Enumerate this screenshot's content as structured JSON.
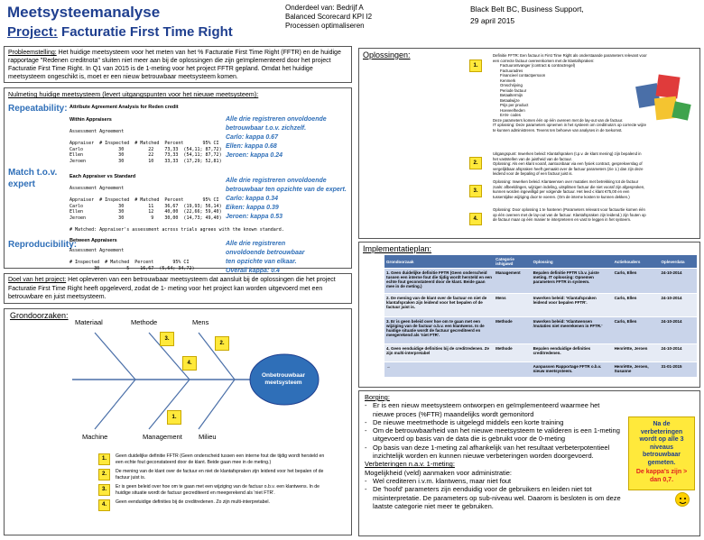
{
  "header": {
    "title": "Meetsysteemanalyse",
    "project_label": "Project:",
    "project_name": "Facturatie First Time Right",
    "meta_left": [
      "Onderdeel van: Bedrijf A",
      "Balanced Scorecard  KPI I2",
      "Processen optimaliseren"
    ],
    "meta_right": [
      "Black Belt BC, Business Support,",
      "29 april 2015"
    ]
  },
  "probleem": {
    "label": "Probleemstelling:",
    "text": " Het huidige meetsysteem voor het meten van het % Facturatie First Time Right (FFTR) en de huidige rapportage \"Redenen creditnota\" sluiten niet meer aan bij de oplossingen die zijn geïmplementeerd door het project Facturatie First Time Right. In Q1 van 2015 is de 1-meting voor het project FFTR gepland. Omdat het huidige meetsysteem ongeschikt is, moet er een nieuw betrouwbaar meetsysteem komen."
  },
  "nulmeting": {
    "label": "Nulmeting huidige meetsysteem (levert uitgangspunten voor het nieuwe meetsysteem):",
    "repeatability": "Repeatability:",
    "match": "Match t.o.v. expert",
    "reproducibility": "Reproducibility:",
    "analysis_title": "Attribute Agreement Analysis for Reden credit",
    "within": "Within Appraisers",
    "each_vs_std": "Each Appraiser vs Standard",
    "between": "Between Appraisers",
    "mono1": "Assessment Agreement\n\nAppraiser  # Inspected  # Matched  Percent       95% CI\nCarlo             30         22    73,33  (54,11; 87,72)\nEllen             30         22    73,33  (54,11; 87,72)\nJeroen            30         10    33,33  (17,29; 52,81)",
    "mono2": "Assessment Agreement\n\nAppraiser  # Inspected  # Matched  Percent       95% CI\nCarlo             30         11    36,67  (19,93; 56,14)\nEllen             30         12    40,00  (22,66; 59,40)\nJeroen            30          9    30,00  (14,73; 49,40)\n\n# Matched: Appraiser's assessment across trials agrees with the known standard.",
    "mono3": "Assessment Agreement\n\n# Inspected  # Matched  Percent       95% CI\n         30          5    16,67  (5,64; 34,72)",
    "rep_blue": [
      "Alle drie registreren  onvoldoende",
      "betrouwbaar t.o.v. zichzelf."
    ],
    "rep_vals": [
      "Carlo: kappa 0.67",
      "Ellen: kappa 0.68",
      "Jeroen: kappa 0.24"
    ],
    "match_blue": [
      "Alle drie registreren  onvoldoende",
      "betrouwbaar ten opzichte van de expert."
    ],
    "match_vals": [
      "Carlo: kappa 0.34",
      "Eiken: kappa 0.39",
      "Jeroen: kappa 0.53"
    ],
    "repro_blue": [
      "Alle drie registreren",
      "onvoldoende betrouwbaar",
      "ten opzichte van elkaar.",
      "Overall kappa: 0.4"
    ]
  },
  "doel": {
    "label": "Doel van het project:",
    "text": " Het opleveren van een betrouwbaar meetsysteem dat aansluit bij de oplossingen die het project Facturatie First Time Right heeft opgeleverd, zodat de 1- meting voor het project kan worden uitgevoerd met een betrouwbare en juist meetsysteem."
  },
  "grondoorzaken": {
    "label": "Grondoorzaken:",
    "bones": [
      "Materiaal",
      "Methode",
      "Mens",
      "Machine",
      "Management",
      "Milieu"
    ],
    "head": "Onbetrouwbaar meetsysteem",
    "stickies": [
      "3.",
      "2.",
      "4.",
      "1."
    ],
    "list": [
      {
        "n": "1.",
        "t": "Geen duidelijke definitie FFTR (Geen onderscheid tussen een interne fout die tijdig wordt hersteld en een echte fout geconstateerd door de klant. Beide gaan mee in de meting.)"
      },
      {
        "n": "2.",
        "t": "De mening van de klant over de factuur en niet de klantafspraken zijn leidend voor het bepalen of de factuur juist is."
      },
      {
        "n": "3.",
        "t": "Er is geen beleid over hoe om te gaan met een wijziging van de factuur o.b.v. een klantwens. In de huidige situatie wordt de factuur gecrediteerd en meegerekend als 'niet FTR'."
      },
      {
        "n": "4.",
        "t": "Geen eenduidige definities bij de creditredenen.  Zo zijn multi-interpretabel."
      }
    ]
  },
  "oplossingen": {
    "label": "Oplossingen:",
    "blocks": [
      {
        "n": "1.",
        "lines": [
          "Definitie FFTR: Een factuur is First Time Right als onderstaande parameters relevant voor",
          "een correcte factuur overeenkomen met de klantafspraken:"
        ],
        "bullets": [
          "Factuurontvanger (contract & contractregel)",
          "Factuuradres",
          "Financieel contactpersoon",
          "Kenmerk",
          "Omschrijving",
          "Periode factuur",
          "Betaaltermijn",
          "Betaalwijze",
          "Prijs per product",
          "Hoeveelheden",
          "EAN- codes"
        ],
        "after": [
          "Deze parameters komen één op één overeen met de lay-out van de factuur.",
          "IT oplossing: Deze parameters opnemen in het systeem om creditnota's op correcte wijze",
          "te kunnen administreren. Tevens ten behoeve van analyses in de toekomst."
        ]
      },
      {
        "n": "2.",
        "lines": [
          "Uitgangspunt: Inwerken beleid: Klantafspraken (t.p.v. de klant mening) zijn bepalend in",
          "het vaststellen van de juistheid van de factuur.",
          "Oplossing: Als een klant vooraf, aantoonbaar via een fysiek contract, gesprekverslag of",
          "vergelijkbaar afspraken heeft gemaakt over de factuur parameters (zie 1.) dan zijn deze",
          "leidend voor de bepaling of een factuur juist is."
        ]
      },
      {
        "n": "3.",
        "lines": [
          "Oplossing: Inwerken beleid. Klantwensen over mutaties met betrekking tot de factuur",
          "zoals: afbeeldingen, wijzigen indeling, uitsplitsen factuur die niet vooraf zijn afgesproken,",
          "kunnen worden ingewilligd per volgende factuur. Het leed ≤ klant €75,00 en een",
          "tussentijdse wijziging door te voeren. (Om de interne kosten te kunnen dekken.)"
        ]
      },
      {
        "n": "4.",
        "lines": [
          "Oplossing: Door oplossing 1 te hanteren (Parameters relevant voor factuurtie komen één",
          "op één overeen met de lay-out van de factuur. Klantafspraken zijn leidend.) zijn fouten op",
          "de factuur maar op één manier te interpreteren en vast te leggen in het systeem."
        ]
      }
    ]
  },
  "implementatie": {
    "label": "Implementatieplan:",
    "columns": [
      "Grondoorzaak",
      "Categorie ishigawd",
      "Oplossing",
      "Actiehouders",
      "Opleverdata"
    ],
    "rows": [
      [
        "1. Geen duidelijke definitie FFTR (Geen onderscheid tussen een interne fout die tijdig wordt hersteld en een echte fout geconstateerd door de klant. Beide gaan mee in de meting.)",
        "Management",
        "Bepalen definitie FFTR t.b.v. juiste meting. IT oplossing: Opnemen parameters FFTR in systeem.",
        "Carlo, Ellen",
        "24-10-2014"
      ],
      [
        "2. De mening van de klant over de factuur en niet de klantafspraken zijn leidend voor het bepalen of de factuur juist is.",
        "Mens",
        "Inwerken beleid: 'Klantafspraken leidend voor bepalen FFTR'.",
        "Carlo, Ellen",
        "24-10-2014"
      ],
      [
        "3. Er is geen beleid over hoe om te gaan met een wijziging van de factuur o.b.v. een klantwens. In de huidige situatie wordt de factuur gecrediteerd en meegerekend als 'niet FTR'.",
        "Methode",
        "Inwerken beleid: 'Klantwensen /mutaties niet meerekenen in FFTR.'",
        "Carlo, Ellen",
        "24-10-2014"
      ],
      [
        "4. Geen eenduidige definities bij de creditredenen. Ze zijn multi-interpretabel",
        "Methode",
        "Bepalen eenduidige definities creditredenen.",
        "Henriëtte, Jeroen",
        "24-10-2014"
      ],
      [
        "→",
        "",
        "Aanpassen Rapportage FFTR o.b.v. nieuw meetsysteem.",
        "Henriëtte, Jeroen, Susanne",
        "31-01-2015"
      ]
    ]
  },
  "borging": {
    "label": "Borging:",
    "items": [
      "Er is een nieuw meetsysteem ontworpen en geïmplementeerd waarmee het nieuwe proces (%FTR) maandelijks wordt gemonitord",
      "De nieuwe meetmethode is uitgelegd middels een korte training",
      "Om de betrouwbaarheid van het nieuwe meetsysteem te valideren is een 1-meting uitgevoerd op basis van de data die is gebruikt voor de 0-meting",
      "Op basis van deze 1-meting zal afhankelijk van het resultaat verbeterpotentieel inzichtelijk worden en kunnen nieuwe verbeteringen worden doorgevoerd."
    ],
    "vb_label": "Verbeteringen n.a.v. 1-meting:",
    "vb_intro": "Mogelijkheid (veld) aanmaken voor administratie:",
    "vb_items": [
      "Wel crediteren i.v.m. klantwens, maar niet fout",
      "De 'hoofd' parameters zijn eenduidig voor de gebruikers en leiden niet tot misinterpretatie. De parameters op sub-niveau wel. Daarom is besloten is om deze laatste categorie niet meer te gebruiken."
    ],
    "note": "Na de verbeteringen wordt op alle 3 niveaus betrouwbaar gemeten.",
    "note_red": "De kappa's zijn > dan 0,7."
  },
  "colors": {
    "accent": "#1f3f8f",
    "blue_text": "#2f6fb8",
    "sticky": "#ffe93b",
    "table_head": "#4a6fa8"
  }
}
